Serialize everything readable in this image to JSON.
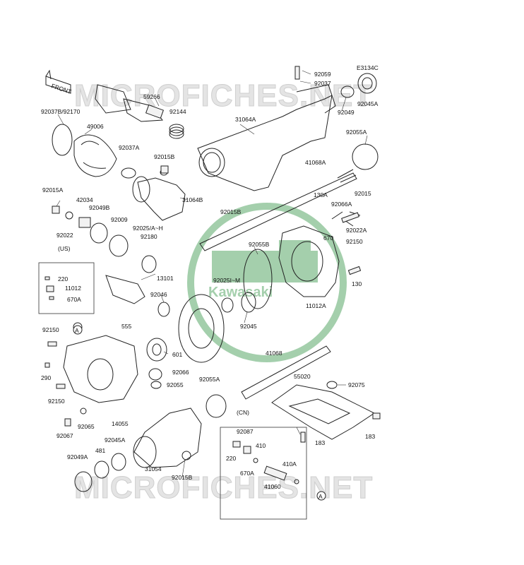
{
  "watermarks": {
    "top": "MICROFICHES.NET",
    "bottom": "MICROFICHES.NET",
    "logo_text": "Kawasaki",
    "logo_color": "#5aa86a"
  },
  "diagram_code": "E3134C",
  "front_arrow": "FRONT",
  "box_us_title": "(US)",
  "box_cn_title": "(CN)",
  "ref_a": "A",
  "labels": {
    "p92059": "92059",
    "p92037": "92037",
    "p92049": "92049",
    "p92045A_top": "92045A",
    "p59266": "59266",
    "p92144": "92144",
    "p92037B": "92037B/92170",
    "p49006": "49006",
    "p92037A": "92037A",
    "p92015B_1": "92015B",
    "p31064A": "31064A",
    "p92055A_top": "92055A",
    "p41068A": "41068A",
    "p31064B": "31064B",
    "p92015A": "92015A",
    "p42034": "42034",
    "p92049B": "92049B",
    "p92009": "92009",
    "p92022": "92022",
    "p92025AH": "92025/A~H",
    "p92180": "92180",
    "p92015B_2": "92015B",
    "p130A": "130A",
    "p92015": "92015",
    "p92066A": "92066A",
    "p92022A": "92022A",
    "p670": "670",
    "p92150_r": "92150",
    "p92055B": "92055B",
    "p220_us": "220",
    "p11012": "11012",
    "p670A_us": "670A",
    "p13101": "13101",
    "p92046": "92046",
    "p92025IM": "92025I~M",
    "p130": "130",
    "p11012A": "11012A",
    "p92045": "92045",
    "p92150_l": "92150",
    "p555": "555",
    "p601": "601",
    "p41068": "41068",
    "p92066": "92066",
    "p290": "290",
    "p92055": "92055",
    "p92055A_mid": "92055A",
    "p55020": "55020",
    "p92075": "92075",
    "p92150_b": "92150",
    "p14055": "14055",
    "p92065": "92065",
    "p92067": "92067",
    "p92087": "92087",
    "p183_a": "183",
    "p183_b": "183",
    "p92045A_b": "92045A",
    "p410": "410",
    "p481": "481",
    "p92049A": "92049A",
    "p220_cn": "220",
    "p31054": "31054",
    "p92015B_3": "92015B",
    "p670A_cn": "670A",
    "p410A": "410A",
    "p41060": "41060"
  }
}
